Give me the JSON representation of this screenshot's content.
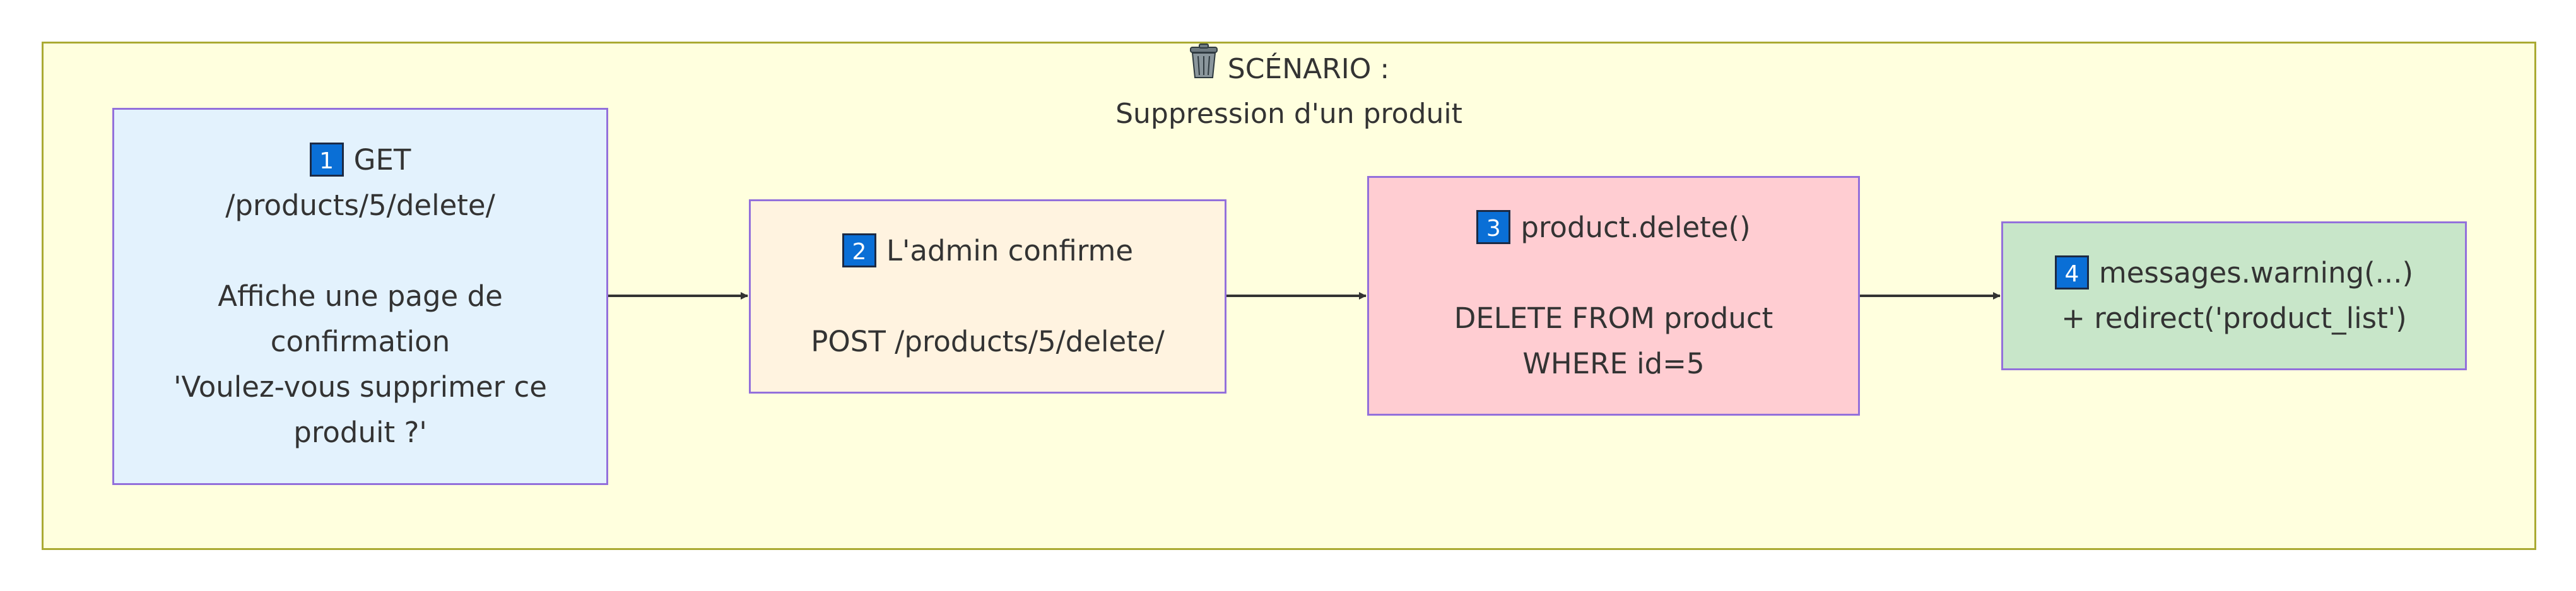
{
  "scenario": {
    "icon": "wastebasket-icon",
    "title_line1": "SCÉNARIO :",
    "title_line2": "Suppression d'un produit"
  },
  "steps": [
    {
      "badge": "1",
      "heading": "GET",
      "lines": [
        "/products/5/delete/",
        "",
        "Affiche une page de",
        "confirmation",
        "'Voulez-vous supprimer ce",
        "produit ?'"
      ],
      "fill": "#e3f2fd"
    },
    {
      "badge": "2",
      "heading": "L'admin confirme",
      "lines": [
        "",
        "POST /products/5/delete/"
      ],
      "fill": "#fff3e0"
    },
    {
      "badge": "3",
      "heading": "product.delete()",
      "lines": [
        "",
        "DELETE FROM product",
        "WHERE id=5"
      ],
      "fill": "#ffcdd2"
    },
    {
      "badge": "4",
      "heading": "messages.warning(...)",
      "lines": [
        "+ redirect('product_list')"
      ],
      "fill": "#c8e6c9"
    }
  ],
  "colors": {
    "cluster_fill": "#ffffde",
    "cluster_border": "#aaaa33",
    "node_border": "#9370db",
    "badge": "#0a6fd6",
    "edge": "#333333"
  }
}
